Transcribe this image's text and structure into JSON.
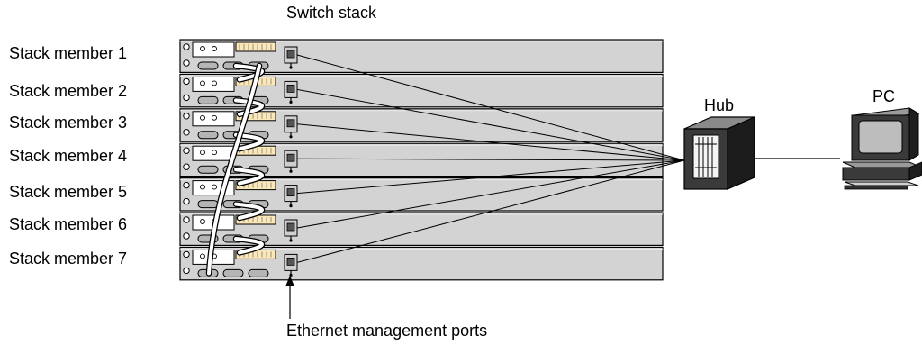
{
  "title": "Switch stack",
  "members": [
    {
      "label": "Stack member 1"
    },
    {
      "label": "Stack member 2"
    },
    {
      "label": "Stack member 3"
    },
    {
      "label": "Stack member 4"
    },
    {
      "label": "Stack member 5"
    },
    {
      "label": "Stack member 6"
    },
    {
      "label": "Stack member 7"
    }
  ],
  "hub_label": "Hub",
  "pc_label": "PC",
  "ports_label": "Ethernet management ports",
  "colors": {
    "chassis": "#d3d3d3",
    "chassis_stroke": "#000000",
    "port_block": "#fbe7b8",
    "hub_dark": "#2a2a2a",
    "line": "#000000"
  }
}
